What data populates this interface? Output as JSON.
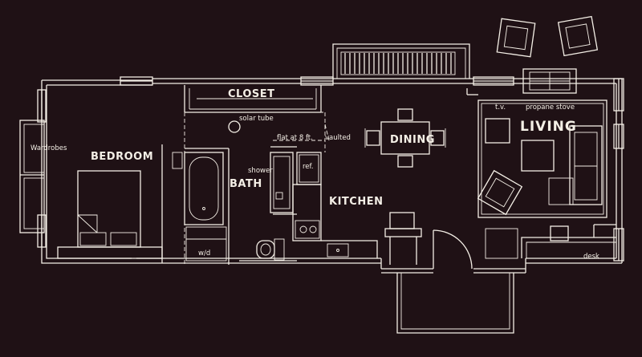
{
  "labels": {
    "closet": "CLOSET",
    "solar_tube": "solar tube",
    "flat": "flat at 8 ft.",
    "vaulted": "vaulted",
    "wardrobes": "Wardrobes",
    "bedroom": "BEDROOM",
    "shower": "shower",
    "bath": "BATH",
    "ref": "ref.",
    "dining": "DINING",
    "kitchen": "KITCHEN",
    "wd": "w/d",
    "tv": "t.v.",
    "propane_stove": "propane stove",
    "living": "LIVING",
    "desk": "desk"
  },
  "colors": {
    "background": "#1f1115",
    "lines": "#f4efe6"
  }
}
